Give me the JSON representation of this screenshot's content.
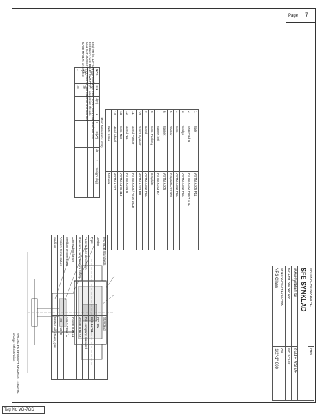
{
  "tag_no": "Tag No  VG-7GD",
  "page": {
    "label": "Page",
    "number": "7"
  },
  "dimensions": {
    "title": "Main Dimensions (mm)",
    "headers": [
      "NPS",
      "DN",
      "d(A)",
      "L",
      "H",
      "D(W)",
      "d0",
      "t",
      "Weight (kg)"
    ],
    "rows": [
      [
        "1/2\"",
        "15",
        "",
        "",
        "",
        "",
        "",
        "",
        ""
      ],
      [
        "3/4\"",
        "20",
        "",
        "",
        "",
        "",
        "",
        "",
        ""
      ],
      [
        "1\"",
        "25",
        "",
        "",
        "",
        "",
        "",
        "",
        ""
      ]
    ]
  },
  "notes": [
    "Engineering: DIV-ANETS/ANSI/WIEN FE6 - LAW1 VALVES/WIKG/ROTTIG",
    "End Conn: ANSI B16.11 SW/NPT(F) - connection threads",
    "Leak test: ANSI/FCI 70-2 class VI, API 598 shell and seat test",
    "NACE MR0175 on request"
  ],
  "bom": {
    "headers": [
      "No",
      "Part",
      "Material"
    ],
    "rows": [
      [
        "1",
        "Body",
        "ASTM A105 F11"
      ],
      [
        "2",
        "Seat Facing",
        "ASTM A182 F6a + STL"
      ],
      [
        "3",
        "Wedge",
        "ASTM A182 F6a"
      ],
      [
        "4",
        "Stem",
        "ASTM A182 F6a"
      ],
      [
        "5",
        "Gasket",
        "Graphite+SS304"
      ],
      [
        "6",
        "Bonnet",
        "ASTM A105"
      ],
      [
        "7",
        "Bonnet bolt",
        "ASTM A193 B7"
      ],
      [
        "8",
        "Stem Packing",
        "Graphite"
      ],
      [
        "9",
        "Gland",
        "ASTM A182 F6a"
      ],
      [
        "10",
        "Gland Eyebolt",
        "ASTM A193 B8"
      ],
      [
        "11",
        "Gland Flange",
        "ASTM A105 / A216 WCB"
      ],
      [
        "12",
        "Gland Nut",
        "ASTM A194 8"
      ],
      [
        "13",
        "Stem Nut",
        "ASTM A276 410"
      ],
      [
        "14",
        "Hand wheel",
        "ASTM A197"
      ],
      [
        "",
        "Parts name",
        "Material"
      ]
    ]
  },
  "standards": {
    "headers": [
      "Technical Standards",
      "Standard"
    ],
    "rows": [
      [
        "Design",
        "API 602"
      ],
      [
        "Type",
        "ISO 15761"
      ],
      [
        "Face to face dimension",
        "Per company standard"
      ],
      [
        "Pressure - temperature rating",
        "ASME B16.34"
      ],
      [
        "Connection flange",
        "ASME B16.11"
      ],
      [
        "Medium temperature",
        "-29 ~ +593 °C"
      ],
      [
        "Ambient temperature",
        "-29 ~ +50 °C"
      ],
      [
        "Medium",
        "Water, oil, steam, gas"
      ]
    ]
  },
  "title_block": {
    "company": "SFE SYNKLAD",
    "website": "www.synklad.sk",
    "phone": "Tel: +421 000 000 000",
    "product": "GATE VALVE",
    "scale_label": "NO SCALE",
    "drawing_no": "SYNS-VG-GD-F11-GD-000",
    "nps_class": "NPS   Class",
    "nps_val": "1/2\"-1\"   800",
    "size": "A3",
    "material_label": "MATERIAL  ASTM A105 F11",
    "revision": "REV"
  },
  "footer_note": "STANDARD PRODUCT DRAWING - subject to change without notice"
}
